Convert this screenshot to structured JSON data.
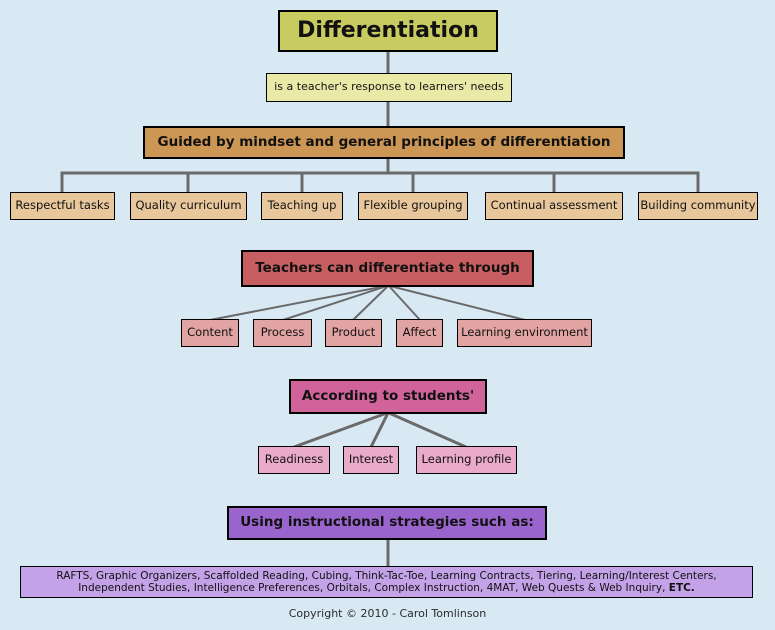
{
  "palette": {
    "background": "#d9e9f4",
    "connector": "#6a6a6a",
    "title_fill": "#c8cc60",
    "subtitle_fill": "#eaeaa8",
    "principles_fill": "#cc9655",
    "principles_child_fill": "#e8c79d",
    "differentiate_fill": "#c75f62",
    "differentiate_child_fill": "#e2a3a3",
    "students_fill": "#cf639a",
    "students_child_fill": "#eaaac9",
    "strategies_fill": "#9a64cd",
    "strategies_child_fill": "#c4a2e8"
  },
  "nodes": {
    "title": "Differentiation",
    "subtitle": "is a teacher's response to learners' needs",
    "principles": "Guided by mindset and general principles of differentiation",
    "principles_children": [
      "Respectful tasks",
      "Quality curriculum",
      "Teaching up",
      "Flexible grouping",
      "Continual assessment",
      "Building community"
    ],
    "differentiate": "Teachers can differentiate through",
    "differentiate_children": [
      "Content",
      "Process",
      "Product",
      "Affect",
      "Learning environment"
    ],
    "students": "According to students'",
    "students_children": [
      "Readiness",
      "Interest",
      "Learning profile"
    ],
    "strategies": "Using instructional strategies such as:",
    "strategies_list_line1": "RAFTS, Graphic Organizers, Scaffolded Reading, Cubing, Think-Tac-Toe, Learning Contracts, Tiering,  Learning/Interest Centers,",
    "strategies_list_line2_prefix": "Independent Studies, Intelligence Preferences, Orbitals, Complex Instruction, 4MAT, Web Quests & Web Inquiry, ",
    "strategies_list_etc": "ETC."
  },
  "footer": {
    "copyright": "Copyright © 2010 - Carol Tomlinson"
  }
}
